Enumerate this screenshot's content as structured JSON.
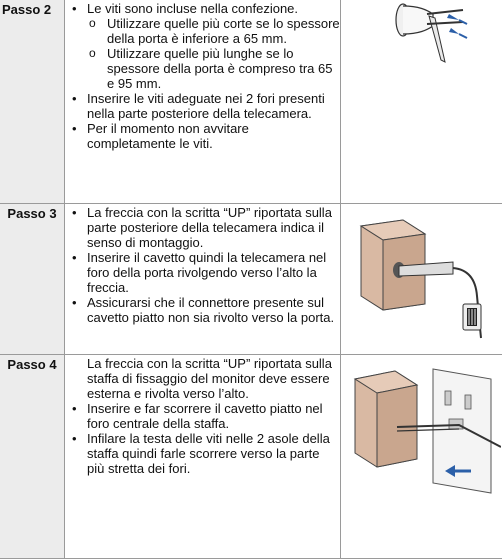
{
  "steps": [
    {
      "label": "Passo 2",
      "bullets": [
        {
          "text": "Le viti sono incluse nella confezione.",
          "sub": [
            "Utilizzare quelle più corte se lo spessore della porta è inferiore a 65 mm.",
            "Utilizzare quelle più lunghe se lo spessore della porta è compreso tra 65 e 95 mm."
          ]
        },
        {
          "text": "Inserire le viti adeguate nei 2 fori presenti nella parte posteriore della telecamera."
        },
        {
          "text": "Per il momento non avvitare completamente le viti."
        }
      ]
    },
    {
      "label": "Passo 3",
      "bullets": [
        {
          "text": "La freccia con la scritta “UP” riportata sulla parte posteriore della telecamera indica il senso di montaggio."
        },
        {
          "text": "Inserire il cavetto quindi la telecamera nel foro della porta rivolgendo verso l’alto la freccia."
        },
        {
          "text": "Assicurarsi che il connettore presente sul cavetto piatto non sia rivolto verso la porta."
        }
      ]
    },
    {
      "label": "Passo 4",
      "bullets": [
        {
          "text": "La freccia con la scritta “UP” riportata sulla staffa di fissaggio del monitor deve essere esterna e rivolta verso l’alto."
        },
        {
          "text": "Inserire e far scorrere il cavetto piatto nel foro centrale della staffa."
        },
        {
          "text": "Infilare la testa delle viti nelle 2 asole della staffa quindi farle scorrere verso la parte più stretta dei fori."
        }
      ]
    }
  ],
  "colors": {
    "step_cell": "#ececec",
    "border": "#9a9a9a",
    "arrow": "#2b5fa8",
    "box": "#d9b9a3"
  }
}
